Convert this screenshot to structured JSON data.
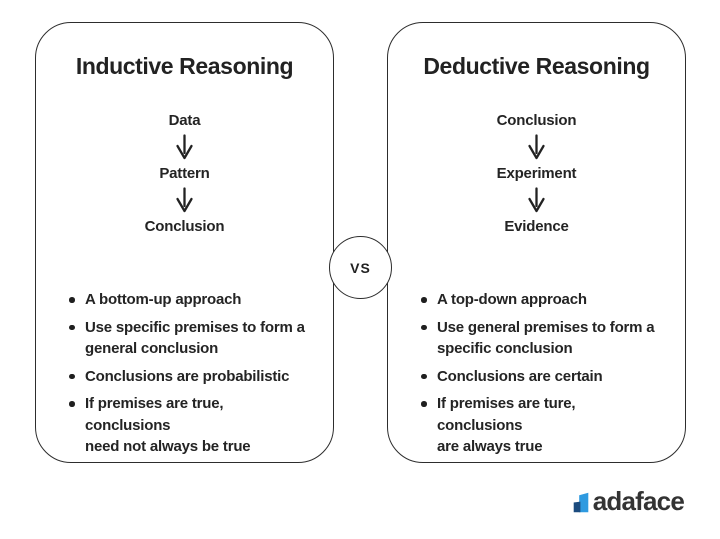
{
  "page": {
    "background": "#ffffff",
    "text_color": "#242424",
    "border_color": "#2d2d2d"
  },
  "vs": {
    "label": "VS"
  },
  "left_card": {
    "title": "Inductive Reasoning",
    "flow": [
      "Data",
      "Pattern",
      "Conclusion"
    ],
    "bullets": [
      "A bottom-up approach",
      "Use specific premises to form a\ngeneral conclusion",
      "Conclusions are probabilistic",
      "If premises are true, conclusions\nneed not always be true"
    ]
  },
  "right_card": {
    "title": "Deductive Reasoning",
    "flow": [
      "Conclusion",
      "Experiment",
      "Evidence"
    ],
    "bullets": [
      "A top-down approach",
      "Use general premises to form a\nspecific conclusion",
      "Conclusions are certain",
      "If premises are ture, conclusions\nare always true"
    ]
  },
  "logo": {
    "text": "adaface",
    "icon_color_light": "#2e9ae0",
    "icon_color_dark": "#1b4b7e",
    "text_color": "#333333"
  }
}
